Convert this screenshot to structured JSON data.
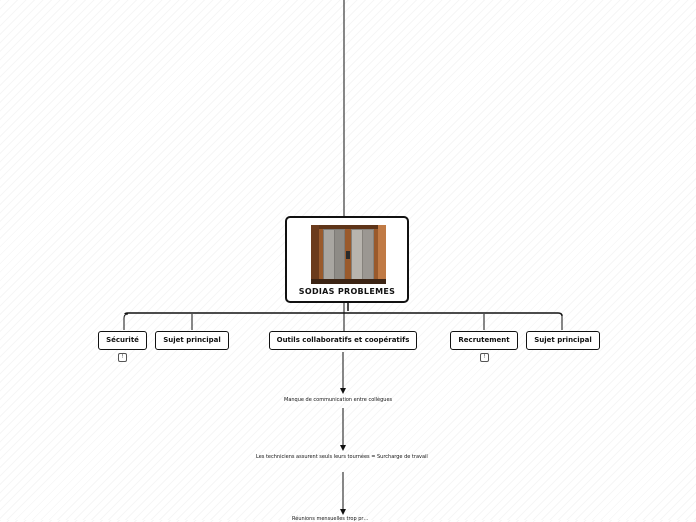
{
  "central": {
    "title": "SODIAS PROBLEMES",
    "image": "elevator-doors-photo"
  },
  "topics": [
    {
      "label": "Sécurité",
      "has_note": true
    },
    {
      "label": "Sujet principal",
      "has_note": false
    },
    {
      "label": "Outils collaboratifs et coopératifs",
      "has_note": false
    },
    {
      "label": "Recrutement",
      "has_note": true
    },
    {
      "label": "Sujet principal",
      "has_note": false
    }
  ],
  "note_glyph": "!",
  "chain": [
    "Manque de communication entre collègues",
    "Les techniciens assurent seuls leurs tournées = Surcharge de travail",
    "Réunions mensuelles trop pr…"
  ],
  "colors": {
    "line": "#111111",
    "background": "#ffffff"
  }
}
